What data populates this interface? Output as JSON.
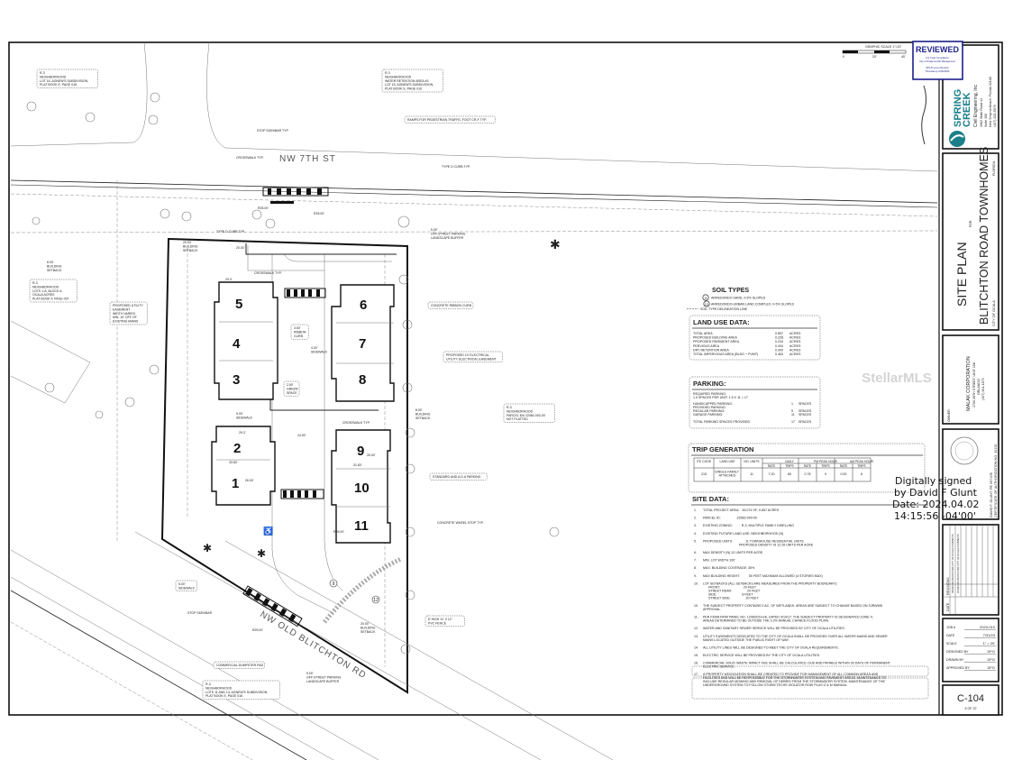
{
  "stamp": {
    "title": "REVIEWED",
    "lines": [
      "For Code Compliance",
      "City of Ocala Growth Management",
      "SPLD-xxxxx Review",
      "Timestamp 4/15/2024"
    ],
    "color": "#1b1f8a"
  },
  "scale_bar": {
    "label": "GRAPHIC SCALE 1\"=20'",
    "ticks": [
      "0",
      "20'",
      "40'"
    ]
  },
  "firm": {
    "logo_top": "SPRING",
    "logo_bottom": "CREEK",
    "name": "Civil Engineering, Inc",
    "address": [
      "1962 State Road 44",
      "Suite 300",
      "New Smyrna Beach, Florida 32168",
      "(407) 325-5579"
    ],
    "logo_color": "#1a7f8a"
  },
  "title_block": {
    "title": "SITE PLAN",
    "for": "FOR",
    "project": "BLITCHTON ROAD TOWNHOMES",
    "city": "CITY OF OCALA",
    "state": "FLORIDA"
  },
  "owner": {
    "label": "OWNER:",
    "name": "MALAK CORPORATION",
    "lines": [
      "1700 28TH STREET, UNIT 108",
      "ORLANDO",
      "(407) 301-1873"
    ]
  },
  "watermark": "StellarMLS",
  "seal": {
    "lines": [
      "DAVID F. GLUNT, PE #57105",
      "CERTIFICATE OF AUTHORIZATION NO. 32151"
    ]
  },
  "signature": {
    "lines": [
      "Digitally signed",
      "by David F Glunt",
      "Date: 2024.04.02",
      "14:15:56 -04'00'"
    ]
  },
  "revisions": {
    "date_header": "DATE",
    "rev_header": "REVISIONS",
    "entries": [
      "3/19/24 REVISIONS PER CITY OF OCALA COMMENTS",
      "1/12/24 REVISIONS PER CITY OF OCALA COMMENTS"
    ]
  },
  "job": {
    "rows": [
      [
        "JOB #",
        "2023-010"
      ],
      [
        "DATE",
        "7/31/23"
      ],
      [
        "SCALE",
        "1\" = 20'"
      ],
      [
        "DESIGNED BY",
        "DFG"
      ],
      [
        "DRAWN BY",
        "DFG"
      ],
      [
        "APPROVED BY",
        "DFG"
      ]
    ]
  },
  "sheet": {
    "number": "C-104",
    "of": "5 OF 22"
  },
  "soil_types": {
    "title": "SOIL TYPES",
    "items": [
      {
        "code": "9",
        "label": "ARREDONDO SAND, 0-5% SLOPES"
      },
      {
        "code": "12",
        "label": "ARREDONDO-URBAN LAND COMPLEX, 0-5% SLOPES"
      }
    ],
    "line_label": "SOIL TYPE DELINEATION LINE"
  },
  "land_use": {
    "title": "LAND USE DATA:",
    "rows": [
      [
        "TOTAL AREA",
        "0.897",
        "ACRES"
      ],
      [
        "PROPOSED BUILDING AREA",
        "0.228",
        "ACRES"
      ],
      [
        "PROPOSED PAVEMENT AREA",
        "0.234",
        "ACRES"
      ],
      [
        "PERVIOUS AREA",
        "0.434",
        "ACRES"
      ],
      [
        "DRY RETENTION AREA",
        "0.000",
        "ACRES"
      ],
      [
        "TOTAL IMPERVIOUS AREA (BLDG + PVMT)",
        "0.463",
        "ACRES"
      ]
    ]
  },
  "parking": {
    "title": "PARKING:",
    "required_label": "REQUIRED PARKING:",
    "required_calc": "1.5 SPACES PER UNIT: 1.5 X 11 = 17",
    "rows": [
      [
        "HANDICAPPED PARKING:",
        "1",
        "SPACES"
      ],
      [
        "PROVIDED PARKING:",
        "",
        ""
      ],
      [
        "REGULAR PARKING:",
        "5",
        "SPACES"
      ],
      [
        "GARAGE PARKING:",
        "11",
        "SPACES"
      ],
      [
        "TOTAL PARKING SPACES PROVIDED",
        "17",
        "SPACES"
      ]
    ]
  },
  "trip_generation": {
    "title": "TRIP GENERATION",
    "headers": [
      "ITE CODE",
      "LAND USE",
      "NO. UNITS",
      "DAILY",
      "PM PEAK HOUR",
      "AM PEAK HOUR"
    ],
    "subheaders": [
      "RATE",
      "TRIPS",
      "RATE",
      "TRIPS",
      "RATE",
      "TRIPS"
    ],
    "row": [
      "215",
      "SINGLE FAMILY ATTACHED",
      "11",
      "7.20",
      "80",
      "0.78",
      "9",
      "0.52",
      "6"
    ]
  },
  "site_data": {
    "title": "SITE DATA:",
    "items": [
      {
        "num": "1.",
        "lines": [
          "TOTAL PROJECT AREA:   39,074 SF; 0.897 ACRES"
        ]
      },
      {
        "num": "2.",
        "lines": [
          "PARCEL ID:                  22583-000-00"
        ]
      },
      {
        "num": "3.",
        "lines": [
          "EXISTING ZONING:          R-3, MULTIPLE FAMILY DWELLING"
        ]
      },
      {
        "num": "4.",
        "lines": [
          "EXISTING FUTURE LAND USE: NEIGHBORHOOD (N)"
        ]
      },
      {
        "num": "5.",
        "lines": [
          "PROPOSED UNITS:              11 TOWNHOUSE RESIDENTIAL UNITS",
          "                                        PROPOSED DENSITY IS 12.26 UNITS PER ACRE"
        ]
      },
      {
        "num": "6.",
        "lines": [
          "MAX DENSITY (N) 12 UNITS PER ACRE"
        ]
      },
      {
        "num": "7.",
        "lines": [
          "MIN. LOT WIDTH 100'"
        ]
      },
      {
        "num": "8.",
        "lines": [
          "MAX. BUILDING COVERAGE: 35%"
        ]
      },
      {
        "num": "9.",
        "lines": [
          "MAX BUILDING HEIGHT:          50 FEET MAXIMUM ALLOWED (4 STORIES MAX)"
        ]
      },
      {
        "num": "10.",
        "lines": [
          "LOT SETBACKS (ALL SETBACKS ARE MEASURED FROM THE PROPERTY BOUNDARY):",
          "      FRONT:                          20 FEET",
          "      STREET REAR:                 20 FEET",
          "      SIDE:                            8 FEET",
          "      STREET SIDE:                 20 FEET"
        ]
      },
      {
        "num": "10.",
        "lines": [
          "THE SUBJECT PROPERTY CONTAINS 0 AC. OF WETLANDS. AREAS ARE SUBJECT TO CHANGE BASED ON SJRWMD",
          "APPROVAL."
        ]
      },
      {
        "num": "11.",
        "lines": [
          "PER FEMA FIRM PANEL NO. 12083C0xxxE, DATED 4/19/17, THE SUBJECT PROPERTY IS DESIGNATED ZONE X;",
          "AREAS DETERMINED TO BE OUTSIDE THE 0.2% ANNUAL CHANCE FLOOD PLAIN."
        ]
      },
      {
        "num": "12.",
        "lines": [
          "WATER AND SANITARY SEWER SERVICE WILL BE PROVIDED BY CITY OF OCALA UTILITIES."
        ]
      },
      {
        "num": "13.",
        "lines": [
          "UTILITY EASEMENTS DEDICATED TO THE CITY OF OCALA SHALL BE PROVIDED OVER ALL WATER MAINS AND SEWER",
          "MAINS LOCATED OUTSIDE THE PUBLIC RIGHT OF WAY."
        ]
      },
      {
        "num": "14.",
        "lines": [
          "ALL UTILITY LINES WILL BE DESIGNED TO MEET THE CITY OF OCALA REQUIREMENTS."
        ]
      },
      {
        "num": "15.",
        "lines": [
          "ELECTRIC SERVICE WILL BE PROVIDED BY THE CITY OF OCALA UTILITIES."
        ]
      },
      {
        "num": "16.",
        "lines": [
          "COMMERCIAL SOLID WASTE IMPACT FEE SHALL BE CALCULATED, DUE AND PAYABLE WITHIN 30 DAYS OF PERMANENT",
          "ELECTRIC SERVICE."
        ]
      },
      {
        "num": "17.",
        "lines": [
          "A PROPERTY ASSOCIATION SHALL BE CREATED TO PROVIDE FOR MANAGEMENT OF ALL COMMON AREAS AND",
          "FACILITIES AND WILL BE RESPONSIBLE FOR THE STORMWATER SYSTEM AND PAVEMENT AREAS. MAINTENANCE TO",
          "INCLUDE REGULAR MOWING AND REMOVAL OF DEBRIS FROM THE STORMWATER SYSTEM. MAINTENANCE OF THE",
          "UNDERGROUND SYSTEM TO FOLLOW STORM TECHS ISOLATOR ROW PLUS O & M MANUAL."
        ]
      }
    ]
  },
  "plan": {
    "roads": [
      "NW 7TH ST",
      "NW OLD BLITCHTON RD"
    ],
    "buildings": [
      "1",
      "2",
      "3",
      "4",
      "5",
      "6",
      "7",
      "8",
      "9",
      "10",
      "11"
    ],
    "soil_markers": [
      "9",
      "12"
    ],
    "notes": [
      [
        "R-3",
        "NEIGHBORHOOD",
        "LOT 16, AGNEW'S SUBDIVISION,",
        "PLAT BOOK E, PAGE 016"
      ],
      [
        "R-3",
        "NEIGHBORHOOD",
        "WATER RETENTION AREA #3",
        "LOT 15, AGNEW'S SUBDIVISION,",
        "PLAT BOOK E, PAGE 016"
      ],
      [
        "STOP SIGN/BAR TYP."
      ],
      [
        "RAMPS FOR PEDESTRIAN TRAFFIC FOOT CR-F TYP."
      ],
      [
        "CROSSWALK TYP."
      ],
      [
        "TYPE D CURB TYP."
      ],
      [
        "TYPE D CURB TYP."
      ],
      [
        "5.00'",
        "OFF-STREET PARKING",
        "LANDSCAPE BUFFER"
      ],
      [
        "8.00'",
        "BUILDING",
        "SETBACK"
      ],
      [
        "20.00'",
        "BUILDING",
        "SETBACK"
      ],
      [
        "R-3",
        "NEIGHBORHOOD",
        "LOTS 1-A, BLOCK A,",
        "OCALA ACRES",
        "PLAT BOOK F, PAGE 007"
      ],
      [
        "PROPOSED UTILITY",
        "EASEMENT",
        "WIDTH VARIES",
        "MIN. 10' OFF OF",
        "EXISTING MAINS"
      ],
      [
        "CROSSWALK TYP."
      ],
      [
        "CONCRETE RIBBON CURB"
      ],
      [
        "3.50'",
        "RIBBON",
        "CURB"
      ],
      [
        "4.00'",
        "SIDEWALK"
      ],
      [
        "PROPOSED 10' ELECTRICAL",
        "UTILITY ELECTRICAL EASEMENT"
      ],
      [
        "2.50'",
        "GREEN",
        "SPACE"
      ],
      [
        "5.00'",
        "SIDEWALK"
      ],
      [
        "8.00'",
        "BUILDING",
        "SETBACK"
      ],
      [
        "CROSSWALK TYP."
      ],
      [
        "24.00'"
      ],
      [
        "R-3",
        "NEIGHBORHOOD",
        "PARCEL ID# 22482-000-00",
        "NOT PLATTED"
      ],
      [
        "STANDARD AND A.D.A PARKING"
      ],
      [
        "CONCRETE WHEEL STOP TYP."
      ],
      [
        "5.00'",
        "SIDEWALK"
      ],
      [
        "STOP SIGN/BAR"
      ],
      [
        "R25.00'"
      ],
      [
        "COMMERCIAL DUMPSTER PAD"
      ],
      [
        "R-3",
        "NEIGHBORHOOD",
        "LOTS 11 AND 14, AGNEW'S SUBDIVISION,",
        "PLAT BOOK E, PAGE 016"
      ],
      [
        "5.00'",
        "OFF-STREET PARKING",
        "LANDSCAPE BUFFER"
      ],
      [
        "20.00'",
        "BUILDING",
        "SETBACK"
      ],
      [
        "6' HIGH 11' X 12'",
        "PVC FENCE"
      ],
      [
        "R25.00'"
      ],
      [
        "R25.00'"
      ],
      [
        "R25.00'"
      ],
      [
        "20.00'"
      ],
      [
        "29.3'"
      ],
      [
        "29.3'"
      ],
      [
        "33.83'"
      ],
      [
        "26.00'"
      ],
      [
        "31.83'"
      ],
      [
        "26.00'"
      ]
    ]
  }
}
